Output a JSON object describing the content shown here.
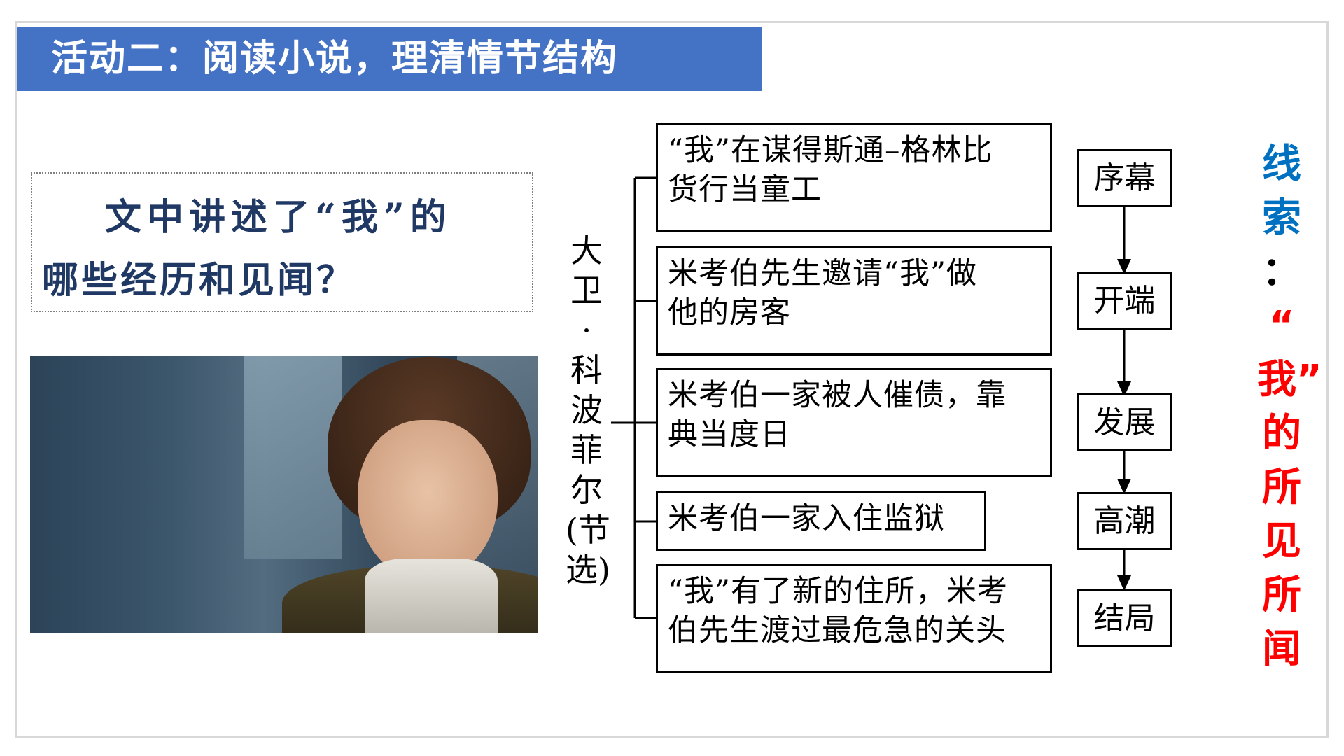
{
  "title": "活动二：阅读小说，理清情节结构",
  "question": {
    "line1": "文中讲述了“我”的",
    "line2": "哪些经历和见闻？"
  },
  "author": "大卫·科波菲尔(节选)",
  "events": [
    {
      "line1": "“我”在谋得斯通–格林比",
      "line2": "货行当童工"
    },
    {
      "line1": "米考伯先生邀请“我”做",
      "line2": "他的房客"
    },
    {
      "line1": "米考伯一家被人催债，靠",
      "line2": "典当度日"
    },
    {
      "line1": "米考伯一家入住监狱",
      "line2": ""
    },
    {
      "line1": "“我”有了新的住所，米考",
      "line2": "伯先生渡过最危急的关头"
    }
  ],
  "stages": [
    "序幕",
    "开端",
    "发展",
    "高潮",
    "结局"
  ],
  "clue": {
    "label": "线索",
    "colon": "：",
    "quote_open": "“",
    "wo": "我”",
    "rest": "的所见所闻"
  },
  "colors": {
    "title_bar": "#4472c4",
    "clue_label": "#0070c0",
    "clue_text": "#ff0000",
    "question_text": "#1f3864"
  }
}
